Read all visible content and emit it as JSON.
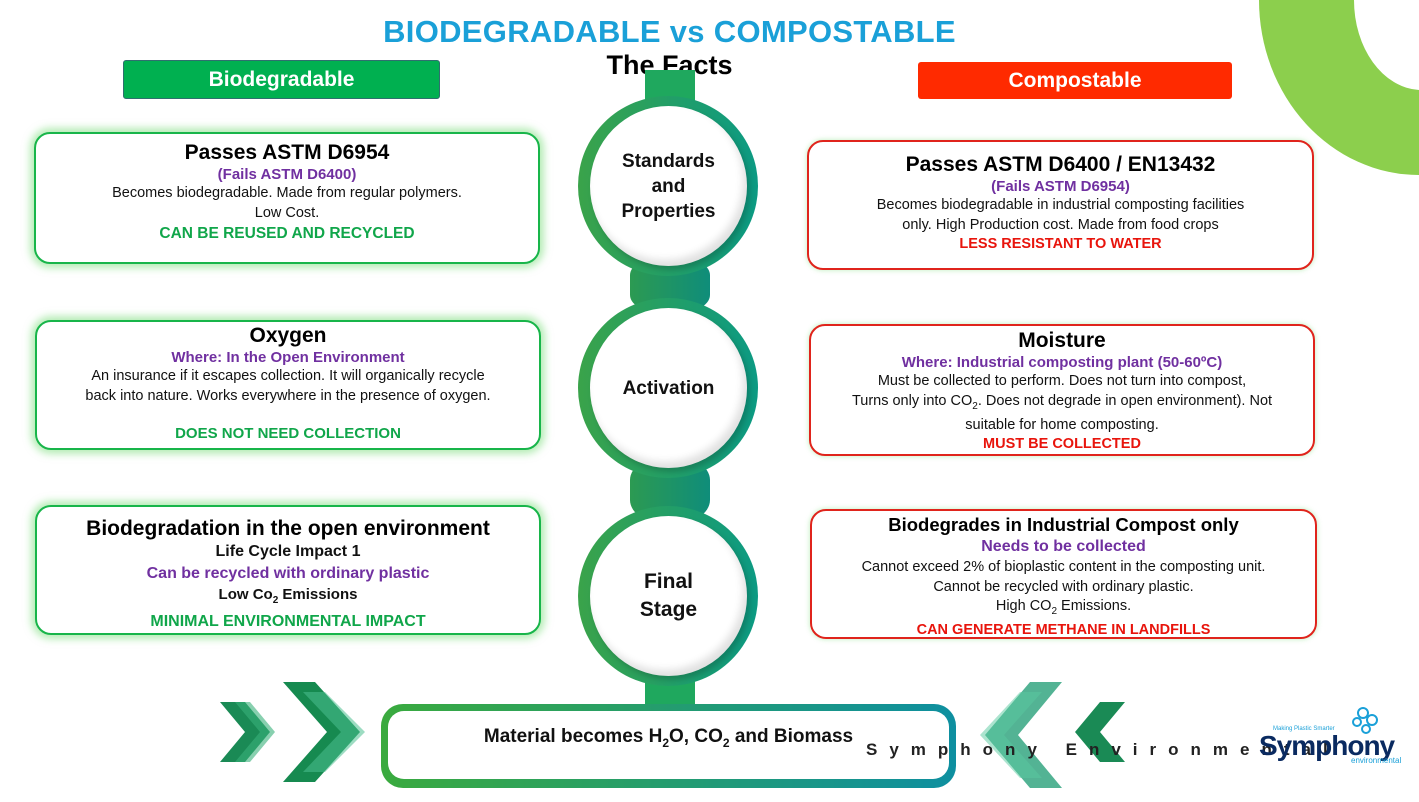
{
  "header": {
    "title": "BIODEGRADABLE vs COMPOSTABLE",
    "subtitle": "The Facts"
  },
  "columns": {
    "left_label": "Biodegradable",
    "right_label": "Compostable"
  },
  "center_stages": [
    "Standards\nand\nProperties",
    "Activation",
    "Final\nStage"
  ],
  "left_cards": [
    {
      "heading": "Passes ASTM D6954",
      "sub": "(Fails ASTM D6400)",
      "lines": [
        "Becomes biodegradable. Made from regular polymers.",
        "Low Cost."
      ],
      "highlight": "CAN BE REUSED AND RECYCLED"
    },
    {
      "heading": "Oxygen",
      "sub": "Where: In the Open Environment",
      "lines": [
        "An insurance if it escapes collection. It will organically recycle",
        "back into nature. Works everywhere in the presence of oxygen."
      ],
      "highlight": "DOES NOT NEED COLLECTION"
    },
    {
      "heading": "Biodegradation in the open environment",
      "line1": "Life Cycle Impact 1",
      "sub": "Can be recycled with ordinary plastic",
      "emissions_pre": "Low Co",
      "emissions_sub": "2",
      "emissions_post": " Emissions",
      "highlight": "MINIMAL ENVIRONMENTAL IMPACT"
    }
  ],
  "right_cards": [
    {
      "heading": "Passes ASTM D6400 / EN13432",
      "sub": "(Fails ASTM D6954)",
      "lines": [
        "Becomes biodegradable in industrial composting facilities",
        "only. High Production cost. Made from food crops"
      ],
      "highlight": "LESS RESISTANT TO WATER"
    },
    {
      "heading": "Moisture",
      "sub": "Where: Industrial composting plant (50-60ºC)",
      "line1": "Must be collected to perform. Does not turn into compost,",
      "line2_pre": "Turns only into CO",
      "line2_sub": "2",
      "line2_post": ". Does not degrade in open environment). Not",
      "line3": "suitable for home composting.",
      "highlight": "MUST BE COLLECTED"
    },
    {
      "heading": "Biodegrades in Industrial Compost only",
      "sub": "Needs to be collected",
      "line1": "Cannot exceed 2% of bioplastic content in the composting unit.",
      "line2": "Cannot be recycled with ordinary plastic.",
      "line3_pre": "High CO",
      "line3_sub": "2",
      "line3_post": " Emissions.",
      "highlight": "CAN GENERATE METHANE IN LANDFILLS"
    }
  ],
  "result": {
    "pre": "Material becomes H",
    "sub1": "2",
    "mid": "O, CO",
    "sub2": "2",
    "post": " and Biomass"
  },
  "watermark": "Symphony Environmental",
  "logo": {
    "tagline": "Making Plastic Smarter",
    "name": "Symphony",
    "sub": "environmental"
  },
  "colors": {
    "title_blue": "#1aa0d8",
    "green": "#00b050",
    "red": "#ff2a00",
    "purple": "#7030a0"
  }
}
